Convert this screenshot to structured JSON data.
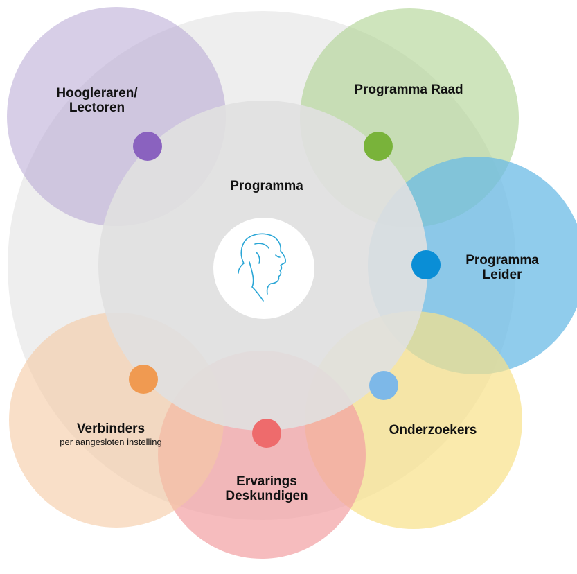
{
  "center": {
    "title": "Programma",
    "logo_icon": "profile-head-icon"
  },
  "nodes": [
    {
      "id": "hoogleraren",
      "line1": "Hoogleraren/",
      "line2": "Lectoren",
      "sub": "",
      "circle_color": "#b6a5d4",
      "dot_color": "#8a62bf"
    },
    {
      "id": "programma-raad",
      "line1": "Programma Raad",
      "line2": "",
      "sub": "",
      "circle_color": "#aed28f",
      "dot_color": "#79b33a"
    },
    {
      "id": "programma-leider",
      "line1": "Programma",
      "line2": "Leider",
      "sub": "",
      "circle_color": "#6bbbe6",
      "dot_color": "#0a8ed6"
    },
    {
      "id": "onderzoekers",
      "line1": "Onderzoekers",
      "line2": "",
      "sub": "",
      "circle_color": "#f8e189",
      "dot_color": "#7db8e8"
    },
    {
      "id": "ervarings-deskundigen",
      "line1": "Ervarings",
      "line2": "Deskundigen",
      "sub": "",
      "circle_color": "#f2a0a2",
      "dot_color": "#ee6b6c"
    },
    {
      "id": "verbinders",
      "line1": "Verbinders",
      "line2": "",
      "sub": "per aangesloten instelling",
      "circle_color": "#f5c9a4",
      "dot_color": "#f09a51"
    }
  ],
  "colors": {
    "outer_ring": "#ebebeb",
    "inner_disk": "#e0e0e0",
    "logo_bg": "#ffffff",
    "logo_stroke": "#2aa6d6"
  }
}
